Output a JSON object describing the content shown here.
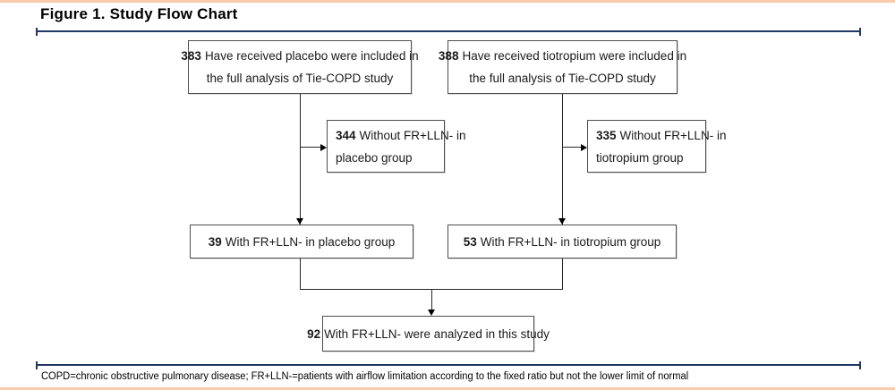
{
  "figure": {
    "title": "Figure 1. Study Flow Chart",
    "footnote": "COPD=chronic obstructive pulmonary disease; FR+LLN-=patients with airflow limitation according to the fixed ratio but not the lower limit of normal"
  },
  "colors": {
    "rule_navy": "#1F3864",
    "accent_border_peach": "#F8CBAD",
    "box_border_gray": "#4d4d4d",
    "text_black": "#1a1a1a"
  },
  "flow": {
    "nodes": [
      {
        "id": "placebo-full-analysis",
        "number": "383",
        "line1": "Have received placebo were included in",
        "line2": "the full analysis of Tie-COPD study"
      },
      {
        "id": "tiotropium-full-analysis",
        "number": "388",
        "line1": "Have received tiotropium were included in",
        "line2": "the full analysis of Tie-COPD study"
      },
      {
        "id": "without-frlln-placebo",
        "number": "344",
        "line1": "Without FR+LLN- in",
        "line2": "placebo group"
      },
      {
        "id": "without-frlln-tiotropium",
        "number": "335",
        "line1": "Without FR+LLN- in",
        "line2": "tiotropium group"
      },
      {
        "id": "with-frlln-placebo",
        "number": "39",
        "line1": "With FR+LLN- in placebo group"
      },
      {
        "id": "with-frlln-tiotropium",
        "number": "53",
        "line1": "With FR+LLN- in tiotropium group"
      },
      {
        "id": "analyzed",
        "number": "92",
        "line1": "With FR+LLN- were analyzed in this study"
      }
    ],
    "edges": [
      {
        "from": "placebo-full-analysis",
        "to": "without-frlln-placebo"
      },
      {
        "from": "placebo-full-analysis",
        "to": "with-frlln-placebo"
      },
      {
        "from": "tiotropium-full-analysis",
        "to": "without-frlln-tiotropium"
      },
      {
        "from": "tiotropium-full-analysis",
        "to": "with-frlln-tiotropium"
      },
      {
        "from": "with-frlln-placebo",
        "to": "analyzed"
      },
      {
        "from": "with-frlln-tiotropium",
        "to": "analyzed"
      }
    ]
  }
}
